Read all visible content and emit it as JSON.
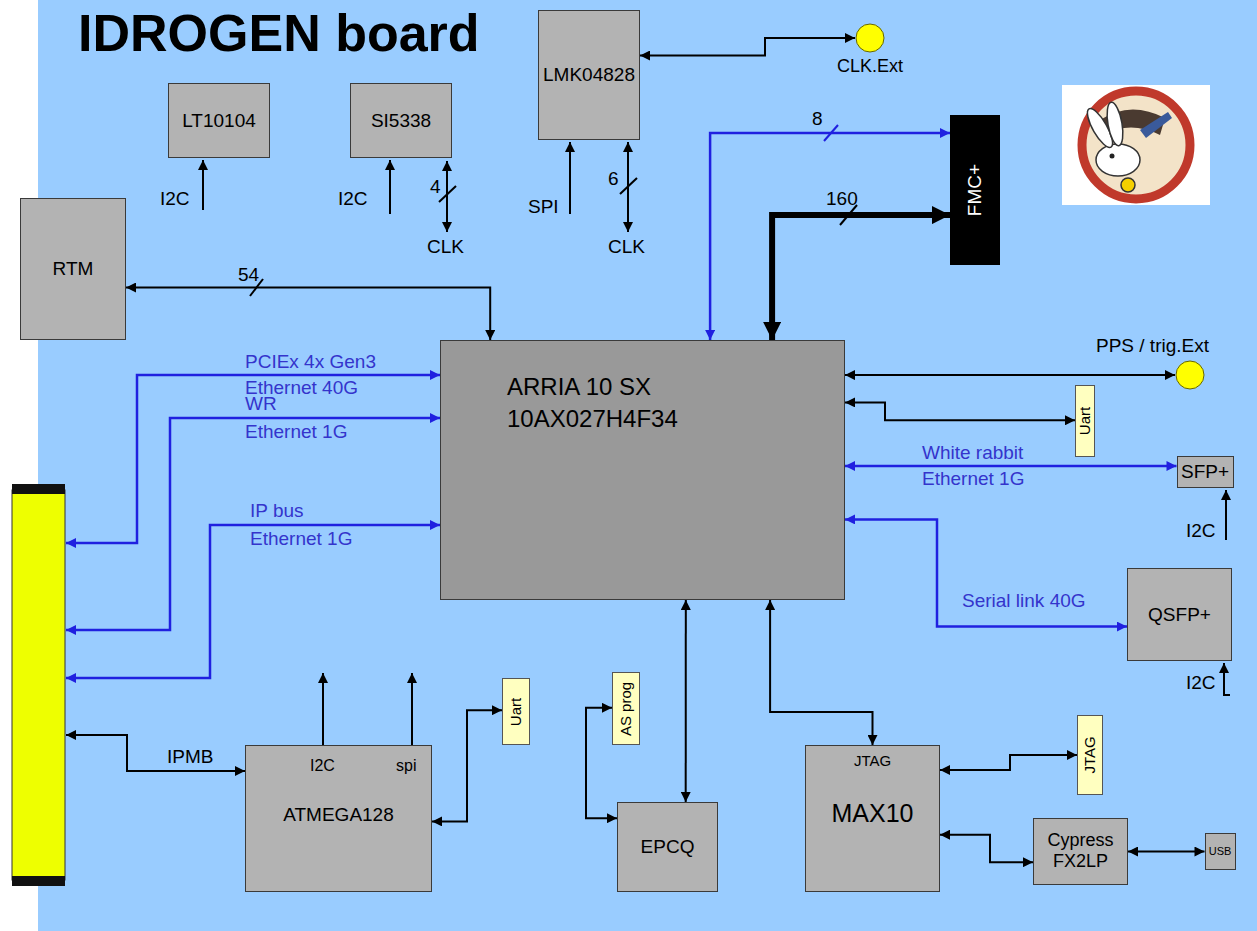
{
  "diagram": {
    "title": "IDROGEN board",
    "nodes": [
      {
        "text": [
          "LT10104"
        ]
      },
      {
        "text": [
          "SI5338"
        ]
      },
      {
        "text": [
          "LMK04828"
        ]
      },
      {
        "text": [
          "CLK.Ext"
        ]
      },
      {
        "text": [
          "FMC+"
        ]
      },
      {
        "text": [
          "RTM"
        ]
      },
      {
        "text": [
          "ARRIA 10 SX 10AX027H4F34"
        ]
      },
      {
        "text": [
          "PPS / trig.Ext"
        ]
      },
      {
        "text": [
          "Uart"
        ]
      },
      {
        "text": [
          "SFP+"
        ]
      },
      {
        "text": [
          "QSFP+"
        ]
      },
      {
        "text": [
          "I2C",
          "spi",
          "ATMEGA128"
        ]
      },
      {
        "text": [
          "Uart"
        ]
      },
      {
        "text": [
          "AS prog"
        ]
      },
      {
        "text": [
          "EPCQ"
        ]
      },
      {
        "text": [
          "JTAG",
          "MAX10"
        ]
      },
      {
        "text": [
          "JTAG"
        ]
      },
      {
        "text": [
          "Cypress FX2LP"
        ]
      },
      {
        "text": [
          "USB"
        ]
      }
    ],
    "edges": [
      {
        "from": 2,
        "to": 3,
        "arrow": "both"
      },
      {
        "from": 5,
        "to": 6,
        "label": "54",
        "arrow": "both"
      },
      {
        "from": 6,
        "to": 4,
        "label": "8",
        "arrow": "both"
      },
      {
        "from": 6,
        "to": 4,
        "label": "160",
        "arrow": "both"
      },
      {
        "from": 6,
        "to": 7,
        "arrow": "both"
      },
      {
        "from": 6,
        "to": 8,
        "arrow": "both"
      },
      {
        "from": 6,
        "to": 9,
        "label": "White rabbit Ethernet 1G",
        "arrow": "both"
      },
      {
        "from": 6,
        "to": 10,
        "label": "Serial link 40G",
        "arrow": "both"
      },
      {
        "from": 6,
        "to": 14,
        "arrow": "both"
      },
      {
        "from": 6,
        "to": 15,
        "arrow": "both"
      },
      {
        "from": 13,
        "to": 14,
        "arrow": "both"
      },
      {
        "from": 11,
        "to": 12,
        "arrow": "both"
      },
      {
        "from": 15,
        "to": 16,
        "arrow": "both"
      },
      {
        "from": 15,
        "to": 17,
        "arrow": "both"
      },
      {
        "from": 17,
        "to": 18,
        "arrow": "both"
      }
    ],
    "labels": [
      "I2C",
      "I2C",
      "4",
      "CLK",
      "SPI",
      "6",
      "CLK",
      "PCIEx 4x Gen3",
      "Ethernet 40G",
      "WR",
      "Ethernet 1G",
      "IP bus",
      "Ethernet 1G",
      "IPMB",
      "I2C",
      "I2C"
    ]
  }
}
